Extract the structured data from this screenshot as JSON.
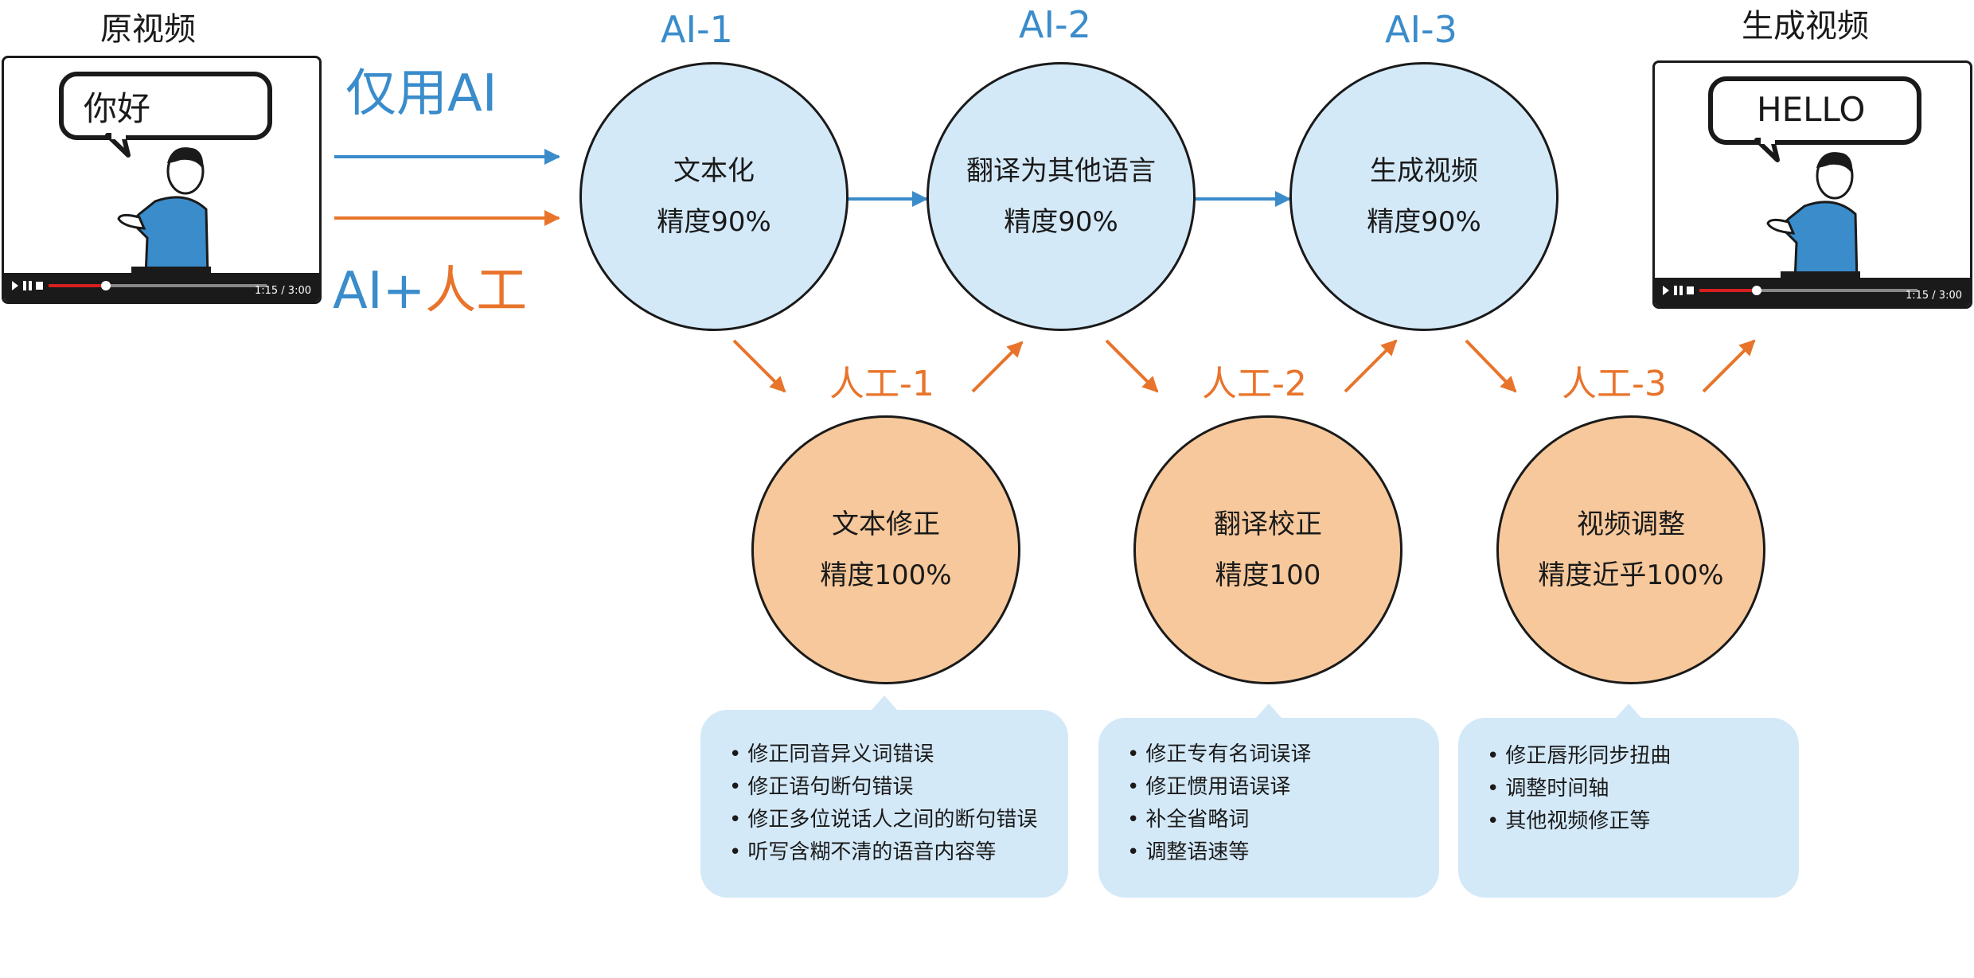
{
  "headers": {
    "source_video": "原视频",
    "output_video": "生成视频",
    "ai_only": "仅用AI",
    "ai_plus": "AI+",
    "human": "人工"
  },
  "videos": {
    "source": {
      "speech": "你好",
      "time": "1:15 / 3:00"
    },
    "output": {
      "speech": "HELLO",
      "time": "1:15 / 3:00"
    }
  },
  "ai_steps": [
    {
      "label": "AI-1",
      "line1": "文本化",
      "line2": "精度90%"
    },
    {
      "label": "AI-2",
      "line1": "翻译为其他语言",
      "line2": "精度90%"
    },
    {
      "label": "AI-3",
      "line1": "生成视频",
      "line2": "精度90%"
    }
  ],
  "human_steps": [
    {
      "label": "人工-1",
      "line1": "文本修正",
      "line2": "精度100%",
      "notes": [
        "修正同音异义词错误",
        "修正语句断句错误",
        "修正多位说话人之间的断句错误",
        "听写含糊不清的语音内容等"
      ]
    },
    {
      "label": "人工-2",
      "line1": "翻译校正",
      "line2": "精度100",
      "notes": [
        "修正专有名词误译",
        "修正惯用语误译",
        "补全省略词",
        "调整语速等"
      ]
    },
    {
      "label": "人工-3",
      "line1": "视频调整",
      "line2": "精度近乎100%",
      "notes": [
        "修正唇形同步扭曲",
        "调整时间轴",
        "其他视频修正等"
      ]
    }
  ],
  "colors": {
    "ai_blue": "#3a8ccb",
    "human_orange": "#e8742b",
    "ai_circle_fill": "#d4e9f8",
    "human_circle_fill": "#f6c89b",
    "note_fill": "#d4e9f8"
  }
}
